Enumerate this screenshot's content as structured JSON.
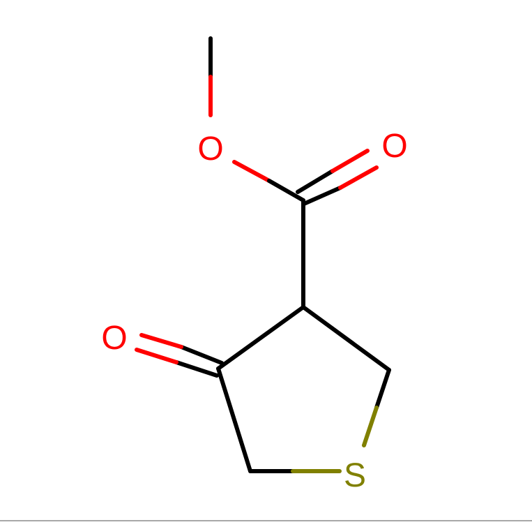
{
  "molecule": {
    "atoms": {
      "o_ester": {
        "symbol": "O",
        "color": "#ff0000"
      },
      "o_carbonyl": {
        "symbol": "O",
        "color": "#ff0000"
      },
      "o_ketone": {
        "symbol": "O",
        "color": "#ff0000"
      },
      "s_ring": {
        "symbol": "S",
        "color": "#808000"
      }
    },
    "colors": {
      "bond": "#000000",
      "oxygen": "#ff0000",
      "sulfur": "#808000"
    }
  }
}
